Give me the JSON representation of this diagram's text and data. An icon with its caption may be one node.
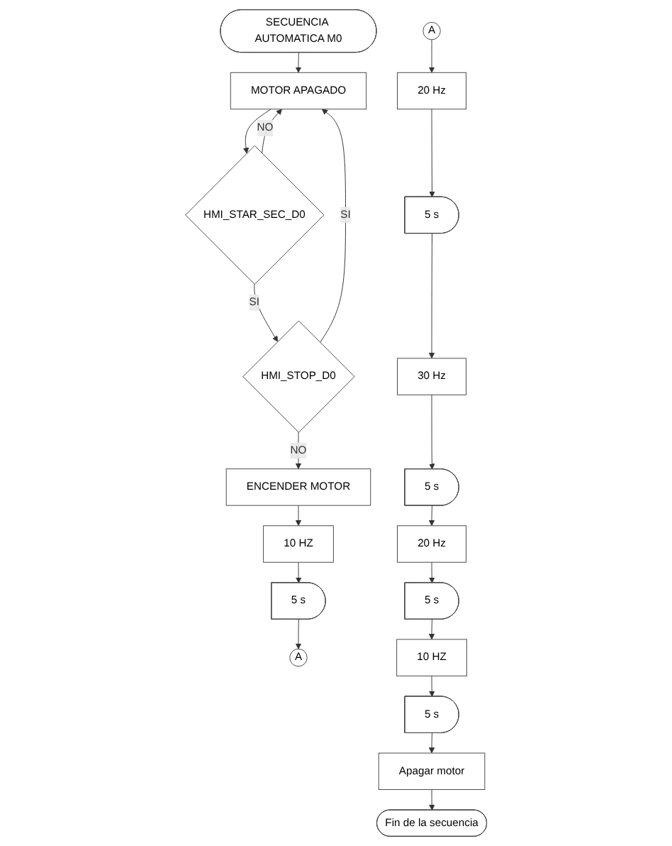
{
  "diagram": {
    "nodes": [
      {
        "text": [
          "SECUENCIA AUTOMATICA M0"
        ]
      },
      {
        "text": [
          "MOTOR APAGADO"
        ]
      },
      {
        "text": [
          "HMI_STAR_SEC_D0"
        ]
      },
      {
        "text": [
          "HMI_STOP_D0"
        ]
      },
      {
        "text": [
          "ENCENDER MOTOR"
        ]
      },
      {
        "text": [
          "10 HZ"
        ]
      },
      {
        "text": [
          "5 s"
        ]
      },
      {
        "text": [
          "A"
        ]
      },
      {
        "text": [
          "A"
        ]
      },
      {
        "text": [
          "20 Hz"
        ]
      },
      {
        "text": [
          "5 s"
        ]
      },
      {
        "text": [
          "30 Hz"
        ]
      },
      {
        "text": [
          "5 s"
        ]
      },
      {
        "text": [
          "20 Hz"
        ]
      },
      {
        "text": [
          "5 s"
        ]
      },
      {
        "text": [
          "10 HZ"
        ]
      },
      {
        "text": [
          "5 s"
        ]
      },
      {
        "text": [
          "Apagar motor"
        ]
      },
      {
        "text": [
          "Fin de la secuencia"
        ]
      }
    ],
    "edges": [
      {
        "from": 0,
        "to": 1,
        "arrow": "to"
      },
      {
        "from": 1,
        "to": 2,
        "arrow": "to"
      },
      {
        "from": 2,
        "to": 1,
        "arrow": "to",
        "label": "NO"
      },
      {
        "from": 2,
        "to": 3,
        "arrow": "to",
        "label": "SI"
      },
      {
        "from": 3,
        "to": 1,
        "arrow": "to",
        "label": "SI"
      },
      {
        "from": 3,
        "to": 4,
        "arrow": "to",
        "label": "NO"
      },
      {
        "from": 4,
        "to": 5,
        "arrow": "to"
      },
      {
        "from": 5,
        "to": 6,
        "arrow": "to"
      },
      {
        "from": 6,
        "to": 7,
        "arrow": "to"
      },
      {
        "from": 8,
        "to": 9,
        "arrow": "to"
      },
      {
        "from": 9,
        "to": 10,
        "arrow": "to"
      },
      {
        "from": 10,
        "to": 11,
        "arrow": "to"
      },
      {
        "from": 11,
        "to": 12,
        "arrow": "to"
      },
      {
        "from": 12,
        "to": 13,
        "arrow": "to"
      },
      {
        "from": 13,
        "to": 14,
        "arrow": "to"
      },
      {
        "from": 14,
        "to": 15,
        "arrow": "to"
      },
      {
        "from": 15,
        "to": 16,
        "arrow": "to"
      },
      {
        "from": 16,
        "to": 17,
        "arrow": "to"
      },
      {
        "from": 17,
        "to": 18,
        "arrow": "to"
      }
    ]
  }
}
